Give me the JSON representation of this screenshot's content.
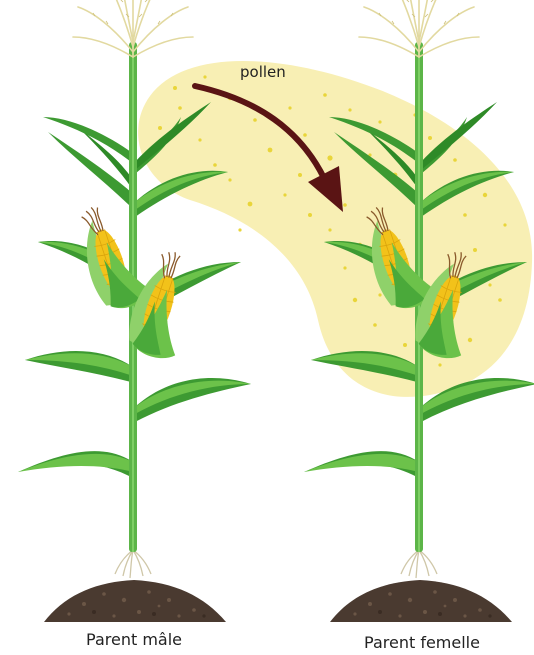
{
  "labels": {
    "pollen": "pollen",
    "male_parent": "Parent mâle",
    "female_parent": "Parent femelle"
  },
  "colors": {
    "pollen_cloud": "#f8efb4",
    "pollen_dots": "#e9d53a",
    "arrow": "#5a1414",
    "leaf_dark": "#3d9a32",
    "leaf_light": "#6cc24a",
    "stem": "#5cb548",
    "tassel": "#e2d9a0",
    "corn_kernel": "#f2c21a",
    "husk": "#8fd16a",
    "silk": "#8a5a2c",
    "soil": "#4a3a30"
  },
  "icons": [
    "corn-plant-icon",
    "pollen-arrow-icon",
    "soil-mound-icon"
  ]
}
